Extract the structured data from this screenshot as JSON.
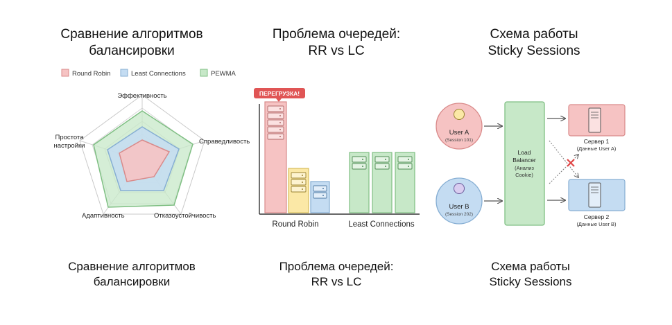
{
  "panels": {
    "radar": {
      "title_line1": "Сравнение алгоритмов",
      "title_line2": "балансировки",
      "legend": [
        {
          "label": "Round Robin",
          "color": "#f4b3b3"
        },
        {
          "label": "Least Connections",
          "color": "#b7d3ee"
        },
        {
          "label": "PEWMA",
          "color": "#bfe5c0"
        }
      ],
      "axes": [
        "Эффективность",
        "Справедливость",
        "Отказоустойчивость",
        "Адаптивность",
        "Простота настройки"
      ],
      "axis_label_simplicity_line1": "Простота",
      "axis_label_simplicity_line2": "настройки"
    },
    "queue": {
      "title_line1": "Проблема очередей:",
      "title_line2": "RR vs LC",
      "overload_label": "ПЕРЕГРУЗКА!",
      "group_rr": "Round Robin",
      "group_lc": "Least Connections"
    },
    "sticky": {
      "title_line1": "Схема работы",
      "title_line2": "Sticky Sessions",
      "user_a_name": "User A",
      "user_a_session": "(Session 101)",
      "user_b_name": "User B",
      "user_b_session": "(Session 202)",
      "lb_line1": "Load",
      "lb_line2": "Balancer",
      "lb_line3": "(Анализ",
      "lb_line4": "Cookie)",
      "server1_name": "Сервер 1",
      "server1_data": "(Данные User A)",
      "server2_name": "Сервер 2",
      "server2_data": "(Данные User B)"
    }
  },
  "captions": {
    "radar_line1": "Сравнение алгоритмов",
    "radar_line2": "балансировки",
    "queue_line1": "Проблема очередей:",
    "queue_line2": "RR vs LC",
    "sticky_line1": "Схема работы",
    "sticky_line2": "Sticky Sessions"
  },
  "colors": {
    "red_fill": "#f6c3c3",
    "red_stroke": "#d98a8a",
    "blue_fill": "#c4dcf2",
    "blue_stroke": "#86aed3",
    "green_fill": "#c7e8c8",
    "green_stroke": "#7fbf83",
    "yellow_fill": "#fbe8a6",
    "yellow_stroke": "#d7bd5c",
    "overload_badge": "#e05555",
    "error_x": "#e04646"
  }
}
